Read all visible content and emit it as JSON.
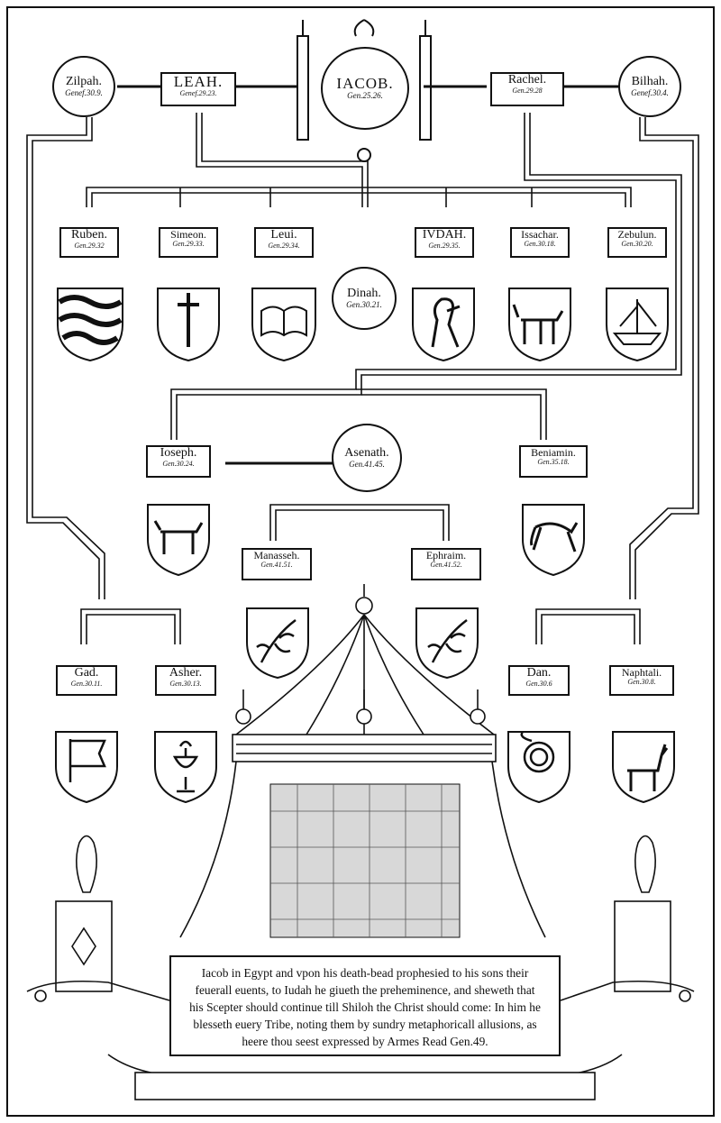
{
  "parents": {
    "zilpah": {
      "name": "Zilpah.",
      "ref": "Genef.30.9."
    },
    "leah": {
      "name": "LEAH.",
      "ref": "Genef.29.23."
    },
    "jacob": {
      "name": "IACOB.",
      "ref": "Gen.25.26."
    },
    "rachel": {
      "name": "Rachel.",
      "ref": "Gen.29.28"
    },
    "bilhah": {
      "name": "Bilhah.",
      "ref": "Genef.30.4."
    }
  },
  "sons_of_leah": [
    {
      "key": "ruben",
      "name": "Ruben.",
      "ref": "Gen.29.32",
      "emblem": "wavy-bars-shield"
    },
    {
      "key": "simeon",
      "name": "Simeon.",
      "ref": "Gen.29.33.",
      "emblem": "sword-shield"
    },
    {
      "key": "leui",
      "name": "Leui.",
      "ref": "Gen.29.34.",
      "emblem": "open-book-shield"
    },
    {
      "key": "iudah",
      "name": "IVDAH.",
      "ref": "Gen.29.35.",
      "emblem": "lion-rampant-shield"
    },
    {
      "key": "issachar",
      "name": "Issachar.",
      "ref": "Gen.30.18.",
      "emblem": "ass-shield"
    },
    {
      "key": "zebulun",
      "name": "Zebulun.",
      "ref": "Gen.30.20.",
      "emblem": "ship-shield"
    }
  ],
  "dinah": {
    "name": "Dinah.",
    "ref": "Gen.30.21."
  },
  "joseph": {
    "name": "Ioseph.",
    "ref": "Gen.30.24.",
    "emblem": "bull-shield"
  },
  "asenath": {
    "name": "Asenath.",
    "ref": "Gen.41.45."
  },
  "beniamin": {
    "name": "Beniamin.",
    "ref": "Gen.35.18.",
    "emblem": "wolf-shield"
  },
  "manasseh": {
    "name": "Manasseh.",
    "ref": "Gen.41.51.",
    "emblem": "olive-branch-shield"
  },
  "ephraim": {
    "name": "Ephraim.",
    "ref": "Gen.41.52.",
    "emblem": "olive-branch-shield"
  },
  "sons_of_zilpah": [
    {
      "key": "gad",
      "name": "Gad.",
      "ref": "Gen.30.11.",
      "emblem": "banner-shield"
    },
    {
      "key": "asher",
      "name": "Asher.",
      "ref": "Gen.30.13.",
      "emblem": "covered-cup-shield"
    }
  ],
  "sons_of_bilhah": [
    {
      "key": "dan",
      "name": "Dan.",
      "ref": "Gen.30.6",
      "emblem": "serpent-shield"
    },
    {
      "key": "naphtali",
      "name": "Naphtali.",
      "ref": "Gen.30.8.",
      "emblem": "hind-shield"
    }
  ],
  "caption": {
    "line1": "Iacob in Egypt and vpon his death-bead prophesied to his sons their",
    "line2": "feuerall euents, to Iudah he giueth the preheminence, and sheweth that",
    "line3": "his Scepter should continue till Shiloh the Christ should come: In him he",
    "line4": "blesseth euery Tribe, noting them by sundry metaphoricall allusions, as",
    "line5": "heere thou seest expressed by Armes Read Gen.49."
  },
  "colors": {
    "ink": "#111111",
    "paper": "#ffffff"
  }
}
